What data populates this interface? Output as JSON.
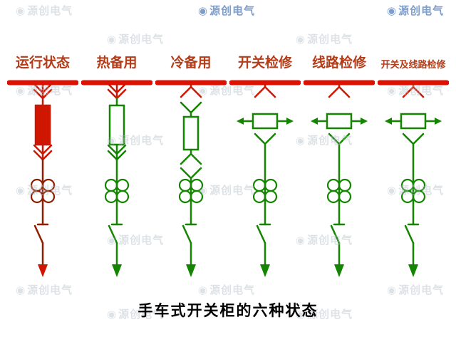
{
  "caption": "手车式开关柜的六种状态",
  "watermark": {
    "text": "源创电气",
    "logo_icon": "swirl-logo-icon"
  },
  "colors": {
    "label_red": "#b43c18",
    "busbar_red": "#dd1100",
    "diagram_red": "#cf1600",
    "diagram_dark_red": "#8e1e00",
    "diagram_green": "#138500",
    "caption_black": "#000000",
    "watermark_gray": "#b6c0ca",
    "watermark_blue": "#5d87c2",
    "background": "#ffffff"
  },
  "columns": [
    {
      "label": "运行状态",
      "state": "in-service"
    },
    {
      "label": "热备用",
      "state": "hot-standby"
    },
    {
      "label": "冷备用",
      "state": "cold-standby"
    },
    {
      "label": "开关检修",
      "state": "breaker-maintenance"
    },
    {
      "label": "线路检修",
      "state": "line-maintenance"
    },
    {
      "label": "开关及线路检修",
      "state": "breaker-and-line-maintenance"
    }
  ]
}
